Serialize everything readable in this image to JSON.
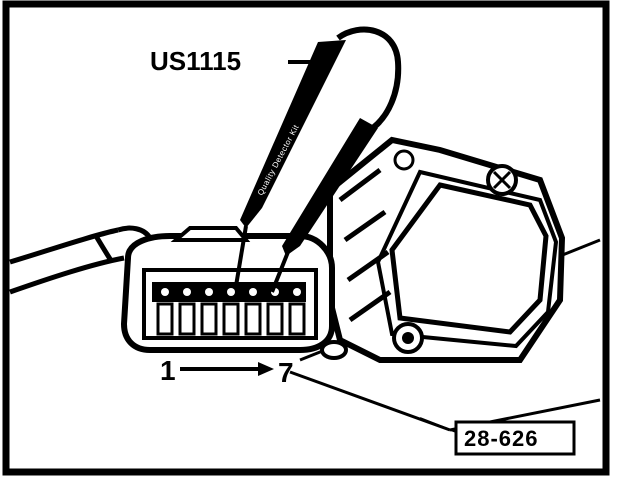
{
  "labels": {
    "tool": "US1115",
    "pin_start": "1",
    "pin_end": "7",
    "figure_id": "28-626"
  },
  "probe": {
    "text": "Quality Detector Kit"
  },
  "colors": {
    "ink": "#000000",
    "paper": "#ffffff"
  }
}
